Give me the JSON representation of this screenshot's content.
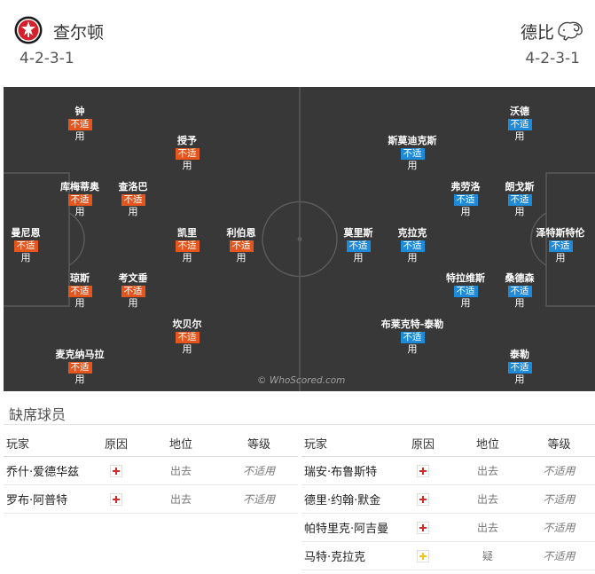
{
  "home": {
    "name": "查尔顿",
    "formation": "4-2-3-1",
    "players": [
      {
        "name": "钟",
        "badge": "不适",
        "sub": "用"
      },
      {
        "name": "授予",
        "badge": "不适",
        "sub": "用"
      },
      {
        "name": "库梅蒂奥",
        "badge": "不适",
        "sub": "用"
      },
      {
        "name": "查洛巴",
        "badge": "不适",
        "sub": "用"
      },
      {
        "name": "曼尼恩",
        "badge": "不适",
        "sub": "用"
      },
      {
        "name": "凯里",
        "badge": "不适",
        "sub": "用"
      },
      {
        "name": "利伯恩",
        "badge": "不适",
        "sub": "用"
      },
      {
        "name": "琼斯",
        "badge": "不适",
        "sub": "用"
      },
      {
        "name": "考文垂",
        "badge": "不适",
        "sub": "用"
      },
      {
        "name": "坎贝尔",
        "badge": "不适",
        "sub": "用"
      },
      {
        "name": "麦克纳马拉",
        "badge": "不适",
        "sub": "用"
      }
    ]
  },
  "away": {
    "name": "德比",
    "formation": "4-2-3-1",
    "players": [
      {
        "name": "沃德",
        "badge": "不适",
        "sub": "用"
      },
      {
        "name": "斯莫迪克斯",
        "badge": "不适",
        "sub": "用"
      },
      {
        "name": "弗劳洛",
        "badge": "不适",
        "sub": "用"
      },
      {
        "name": "朗戈斯",
        "badge": "不适",
        "sub": "用"
      },
      {
        "name": "莫里斯",
        "badge": "不适",
        "sub": "用"
      },
      {
        "name": "克拉克",
        "badge": "不适",
        "sub": "用"
      },
      {
        "name": "泽特斯特伦",
        "badge": "不适",
        "sub": "用"
      },
      {
        "name": "特拉维斯",
        "badge": "不适",
        "sub": "用"
      },
      {
        "name": "桑德森",
        "badge": "不适",
        "sub": "用"
      },
      {
        "name": "布莱克特-泰勒",
        "badge": "不适",
        "sub": "用"
      },
      {
        "name": "泰勒",
        "badge": "不适",
        "sub": "用"
      }
    ]
  },
  "watermark": "© WhoScored.com",
  "missing": {
    "title": "缺席球员",
    "headers": {
      "player": "玩家",
      "reason": "原因",
      "status": "地位",
      "rating": "等级"
    },
    "home_rows": [
      {
        "player": "乔什·爱德华兹",
        "reason": "injury",
        "status": "出去",
        "rating": "不适用"
      },
      {
        "player": "罗布·阿普特",
        "reason": "injury",
        "status": "出去",
        "rating": "不适用"
      }
    ],
    "away_rows": [
      {
        "player": "瑞安·布鲁斯特",
        "reason": "injury",
        "status": "出去",
        "rating": "不适用"
      },
      {
        "player": "德里·约翰·默金",
        "reason": "injury",
        "status": "出去",
        "rating": "不适用"
      },
      {
        "player": "帕特里克·阿吉曼",
        "reason": "injury",
        "status": "出去",
        "rating": "不适用"
      },
      {
        "player": "马特·克拉克",
        "reason": "doubtful",
        "status": "疑",
        "rating": "不适用"
      }
    ]
  },
  "colors": {
    "home_badge": "#e4561e",
    "away_badge": "#1e8ad8",
    "pitch": "#383838",
    "injury": "#d62a2a",
    "doubtful": "#f0c419"
  }
}
